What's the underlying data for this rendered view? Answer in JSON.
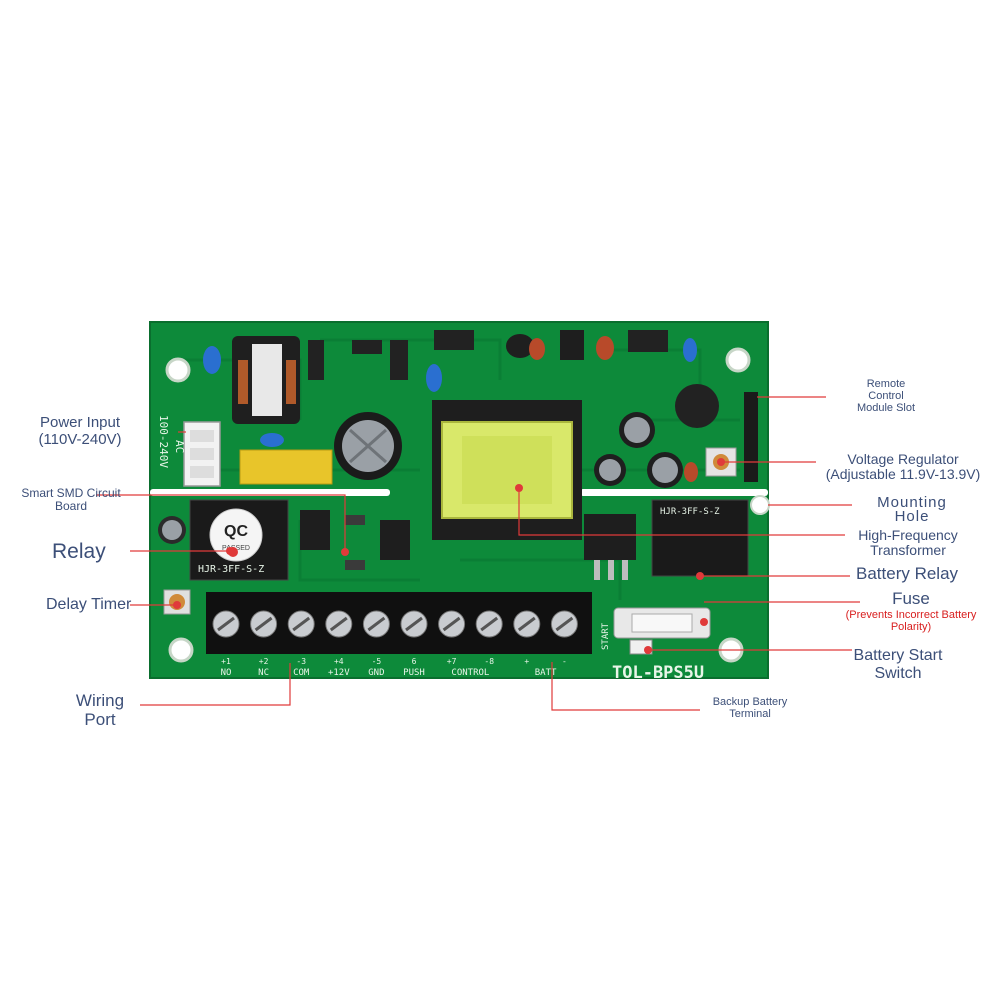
{
  "colors": {
    "pcb": "#0d8a3a",
    "pcb_dark": "#087230",
    "leader": "#e03a3a",
    "label": "#3c4f78",
    "accent_red": "#d81e1e"
  },
  "board": {
    "silk_ac": "AC",
    "silk_voltage": "100-240V",
    "model": "TOL-BPS5U",
    "relay_main_mark": "HJR-3FF-S-Z",
    "relay_battery_mark": "HJR-3FF-S-Z",
    "qc_sticker": "QC",
    "qc_sub": "PASSED",
    "start_mark": "START",
    "terminals": [
      "NO",
      "NC",
      "COM",
      "+12V",
      "GND",
      "PUSH",
      "CONTROL",
      "",
      "BATT",
      ""
    ],
    "terminal_numbers": [
      "+1",
      "+2",
      "-3",
      "+4",
      "-5",
      "6",
      "+7",
      "-8",
      "+",
      "-"
    ]
  },
  "labels": {
    "power_input": "Power Input",
    "power_input_sub": "(110V-240V)",
    "smd_board_1": "Smart SMD Circuit",
    "smd_board_2": "Board",
    "relay": "Relay",
    "delay_timer": "Delay Timer",
    "wiring_port_1": "Wiring",
    "wiring_port_2": "Port",
    "remote_1": "Remote",
    "remote_2": "Control",
    "remote_3": "Module Slot",
    "voltage_reg_1": "Voltage Regulator",
    "voltage_reg_2": "(Adjustable 11.9V-13.9V)",
    "mounting_1": "Mounting",
    "mounting_2": "Hole",
    "hf_1": "High-Frequency",
    "hf_2": "Transformer",
    "battery_relay": "Battery Relay",
    "fuse": "Fuse",
    "fuse_sub_1": "(Prevents Incorrect Battery",
    "fuse_sub_2": "Polarity)",
    "battery_start_1": "Battery Start",
    "battery_start_2": "Switch",
    "backup_1": "Backup Battery",
    "backup_2": "Terminal"
  }
}
